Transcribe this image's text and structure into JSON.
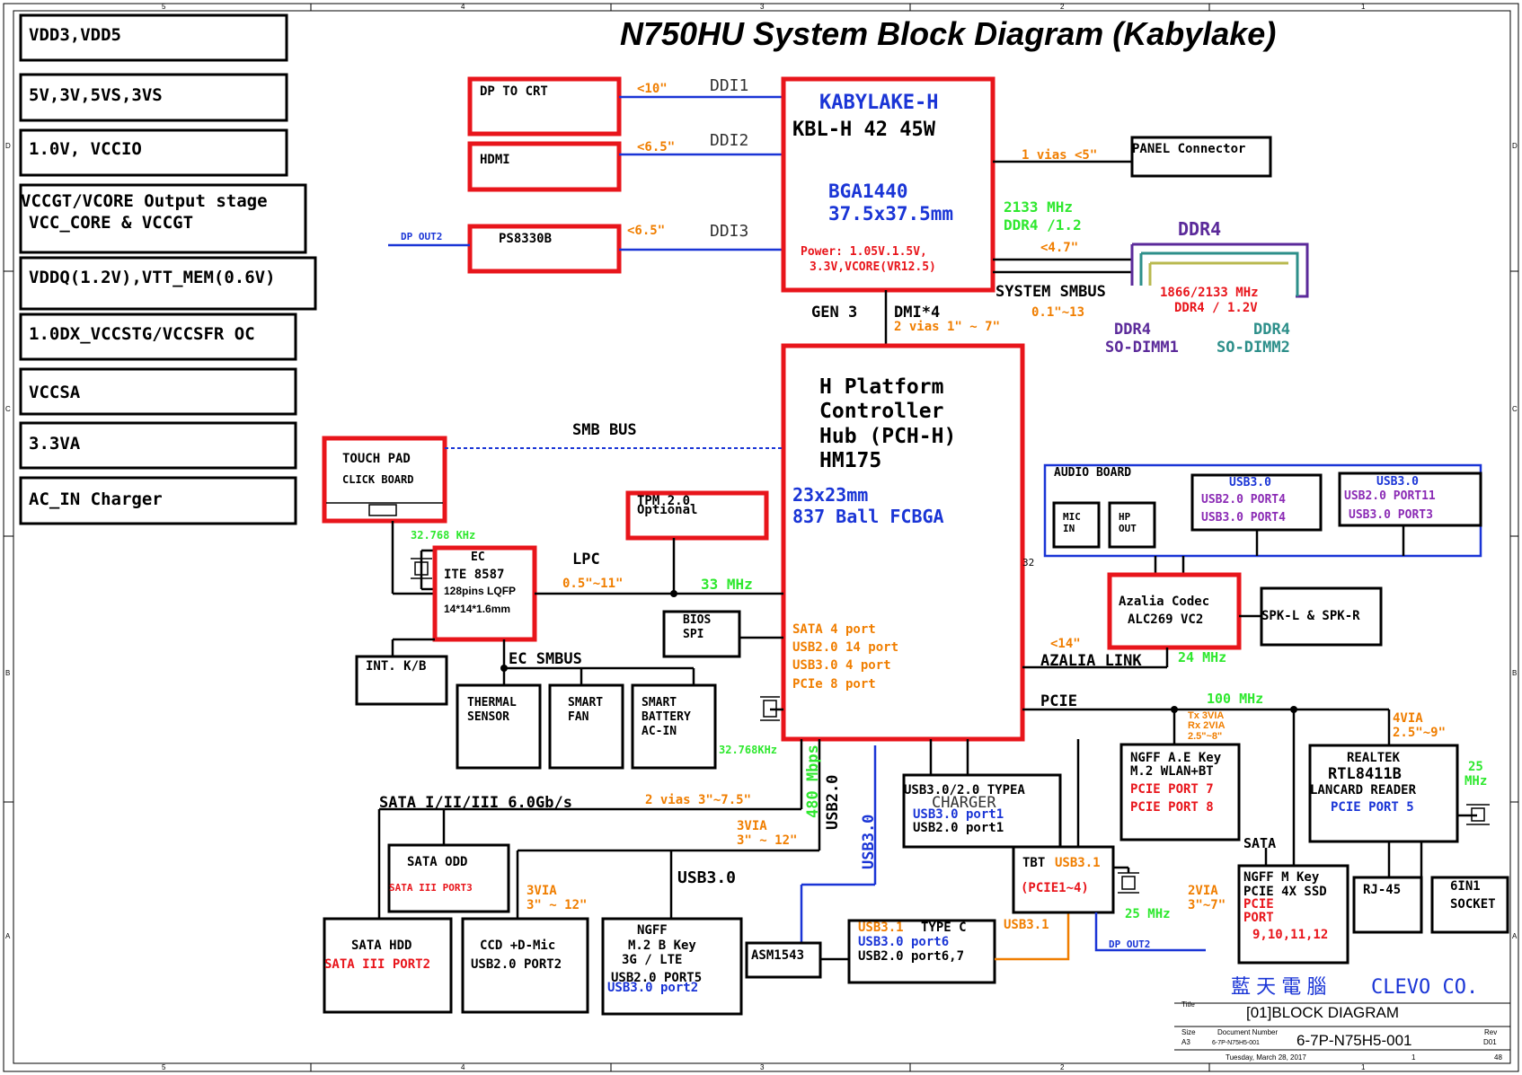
{
  "title": "N750HU System Block Diagram (Kabylake)",
  "frame": {
    "cols_top": [
      "5",
      "4",
      "3",
      "2",
      "1"
    ],
    "cols_bottom": [
      "5",
      "4",
      "3",
      "2",
      "1"
    ],
    "rows_left": [
      "D",
      "C",
      "B",
      "A"
    ],
    "rows_right": [
      "D",
      "C",
      "B",
      "A"
    ]
  },
  "power_rails": [
    "VDD3,VDD5",
    "5V,3V,5VS,3VS",
    "1.0V, VCCIO",
    "VCCGT/VCORE Output stage",
    "VCC_CORE & VCCGT",
    "VDDQ(1.2V),VTT_MEM(0.6V)",
    "1.0DX_VCCSTG/VCCSFR OC",
    "VCCSA",
    "3.3VA",
    "AC_IN Charger"
  ],
  "cpu": {
    "name": "KABYLAKE-H",
    "model": "KBL-H 42 45W",
    "pkg": "BGA1440",
    "size": "37.5x37.5mm",
    "power1": "Power: 1.05V.1.5V,",
    "power2": "3.3V,VCORE(VR12.5)"
  },
  "display": {
    "dp_crt": "DP TO CRT",
    "hdmi": "HDMI",
    "ps8330b": "PS8330B",
    "ddi1": "DDI1",
    "ddi2": "DDI2",
    "ddi3": "DDI3",
    "len1": "<10\"",
    "len2": "<6.5\"",
    "len3": "<6.5\"",
    "dp_out2": "DP OUT2"
  },
  "panel": {
    "label": "PANEL Connector",
    "vias": "1 vias <5\""
  },
  "memory": {
    "freq": "2133 MHz",
    "type": "DDR4 /1.2",
    "len": "<4.7\"",
    "ddr4": "DDR4",
    "spec1": "1866/2133 MHz",
    "spec2": "DDR4 / 1.2V",
    "smbus": "SYSTEM SMBUS",
    "smbus_len": "0.1\"~13",
    "dimm1a": "DDR4",
    "dimm1b": "SO-DIMM1",
    "dimm2a": "DDR4",
    "dimm2b": "SO-DIMM2"
  },
  "dmi": {
    "gen": "GEN 3",
    "dmi": "DMI*4",
    "vias": "2 vias 1\" ~ 7\""
  },
  "pch": {
    "l1": "H Platform",
    "l2": "Controller",
    "l3": "Hub (PCH-H)",
    "l4": "HM175",
    "size": "23x23mm",
    "ball": "837 Ball FCBGA",
    "p1": "SATA 4 port",
    "p2": "USB2.0 14 port",
    "p3": "USB3.0 4 port",
    "p4": "PCIe 8 port",
    "pin": "32"
  },
  "left": {
    "touchpad": "TOUCH PAD",
    "clickboard": "CLICK BOARD",
    "smb_bus": "SMB BUS",
    "tpm1": "TPM 2.0",
    "tpm2": "Optional",
    "lpc": "LPC",
    "lpc_len": "0.5\"~11\"",
    "lpc_freq": "33 MHz",
    "bios1": "BIOS",
    "bios2": "SPI",
    "ec_freq": "32.768 KHz",
    "ec": "EC",
    "ec_chip": "ITE 8587",
    "ec_pins": "128pins LQFP",
    "ec_size": "14*14*1.6mm",
    "kb": "INT. K/B",
    "ec_smbus": "EC SMBUS",
    "ts1": "THERMAL",
    "ts2": "SENSOR",
    "sf1": "SMART",
    "sf2": "FAN",
    "sb1": "SMART",
    "sb2": "BATTERY",
    "sb3": "AC-IN",
    "pch_xtal": "32.768KHz"
  },
  "sata": {
    "bus": "SATA I/II/III 6.0Gb/s",
    "bus_len": "2 vias 3\"~7.5\"",
    "odd": "SATA ODD",
    "odd_port": "SATA III PORT3",
    "hdd": "SATA HDD",
    "hdd_port": "SATA III PORT2",
    "via3a": "3VIA",
    "via3a_len": "3\" ~ 12\"",
    "via3b": "3VIA",
    "via3b_len": "3\" ~ 12\""
  },
  "usb": {
    "usb20_v": "USB2.0",
    "mbps": "480 Mbps",
    "usb30_v": "USB3.0",
    "ccd1": "CCD +D-Mic",
    "ccd2": "USB2.0 PORT2",
    "ngff_title": "NGFF",
    "ngff1": "M.2  B Key",
    "ngff2": "3G   / LTE",
    "ngff3": "USB2.0 PORT5",
    "ngff4": "USB3.0 port2",
    "usb30_h": "USB3.0",
    "asm": "ASM1543",
    "typea1": "USB3.0/2.0 TYPEA",
    "typea_chg": "CHARGER",
    "typea2": "USB3.0 port1",
    "typea3": "USB2.0 port1",
    "tc1": "USB3.1",
    "tc1b": "TYPE C",
    "tc2": "USB3.0 port6",
    "tc3": "USB2.0 port6,7",
    "tc_link": "USB3.1",
    "tbt": "TBT",
    "tbt_usb": "USB3.1",
    "tbt_pcie": "(PCIE1~4)",
    "tbt_freq": "25 MHz",
    "tbt_dp": "DP OUT2"
  },
  "audio": {
    "board": "AUDIO BOARD",
    "mic1": "MIC",
    "mic2": "IN",
    "hp1": "HP",
    "hp2": "OUT",
    "u1a": "USB3.0",
    "u1b": "USB2.0 PORT4",
    "u1c": "USB3.0 PORT4",
    "u2a": "USB3.0",
    "u2b": "USB2.0 PORT11",
    "u2c": "USB3.0 PORT3",
    "codec1": "Azalia Codec",
    "codec2": "ALC269 VC2",
    "spk": "SPK-L & SPK-R",
    "len": "<14\"",
    "link": "AZALIA LINK",
    "freq": "24 MHz"
  },
  "pcie": {
    "label": "PCIE",
    "freq": "100 MHz",
    "tx": "Tx 3VIA",
    "rx": "Rx 2VIA",
    "len": "2.5\"~8\"",
    "ae1": "NGFF A.E Key",
    "ae2": "M.2 WLAN+BT",
    "ae3": "PCIE PORT 7",
    "ae4": "PCIE PORT 8",
    "lan_via": "4VIA",
    "lan_len": "2.5\"~9\"",
    "lan1": "REALTEK",
    "lan2": "RTL8411B",
    "lan3": "LANCARD READER",
    "lan4": "PCIE PORT 5",
    "lan_freq": "25",
    "lan_freq2": "MHz",
    "sata": "SATA",
    "m1": "NGFF M Key",
    "m2": "PCIE 4X SSD",
    "m3": "PCIE",
    "m4": "PORT",
    "m5": "9,10,11,12",
    "m_via": "2VIA",
    "m_len": "3\"~7\"",
    "rj45": "RJ-45",
    "sock1": "6IN1",
    "sock2": "SOCKET"
  },
  "titleblock": {
    "company_cn": "藍 天 電 腦",
    "company": "CLEVO CO.",
    "title_lbl": "Title",
    "title": "[01]BLOCK DIAGRAM",
    "size_lbl": "Size",
    "size": "A3",
    "docnum_lbl": "Document Number",
    "docnum_small": "6-7P-N75H5-001",
    "docnum": "6-7P-N75H5-001",
    "rev_lbl": "Rev",
    "rev": "D01",
    "date": "Tuesday, March 28, 2017",
    "sheet": "1",
    "of": "48"
  }
}
